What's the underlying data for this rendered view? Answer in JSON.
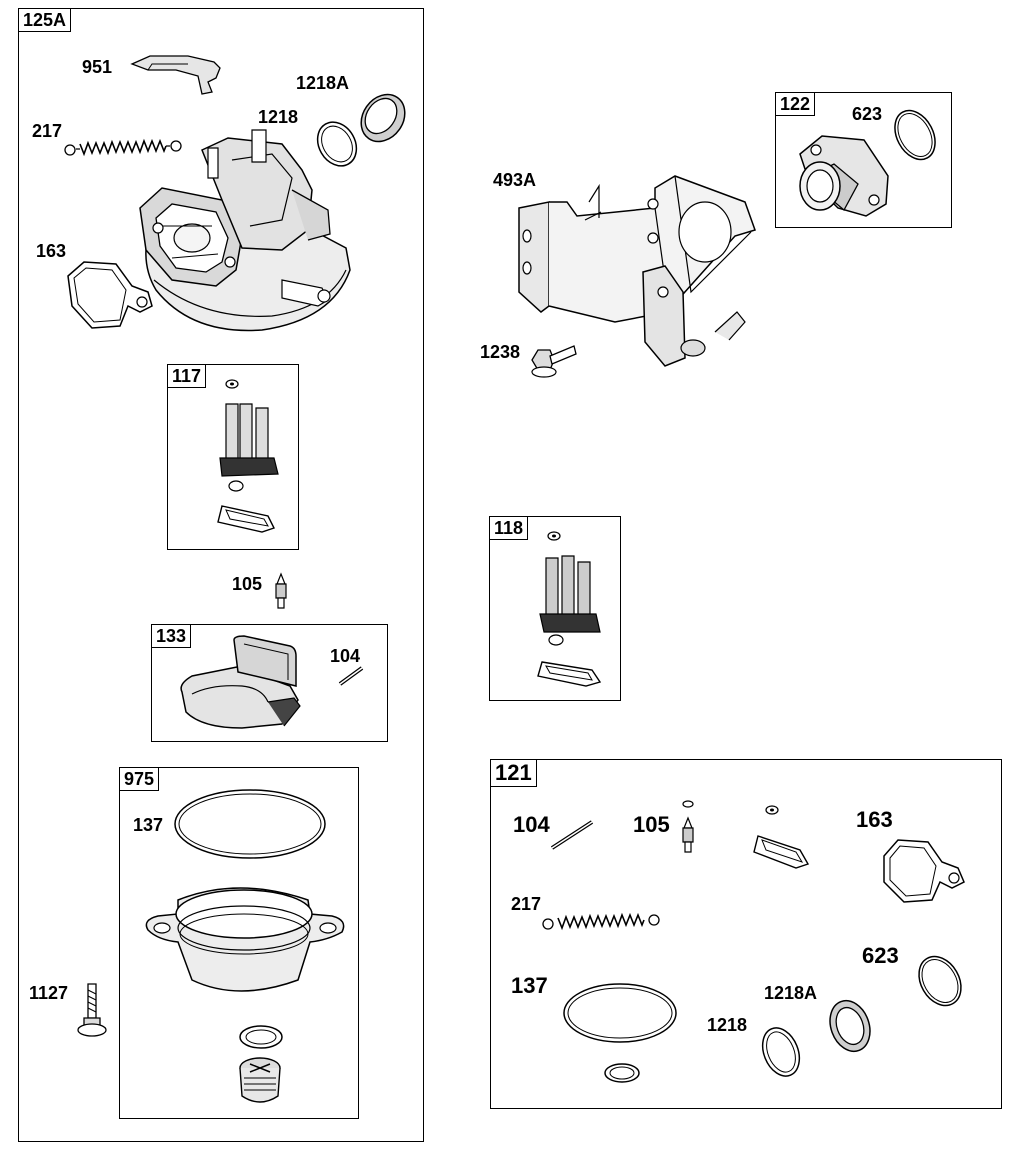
{
  "boxes": {
    "main": "125A",
    "b117": "117",
    "b133": "133",
    "b975": "975",
    "b122": "122",
    "b118": "118",
    "b121": "121"
  },
  "labels": {
    "l951": "951",
    "l1218A": "1218A",
    "l1218": "1218",
    "l217": "217",
    "l163": "163",
    "l105": "105",
    "l104": "104",
    "l137": "137",
    "l1127": "1127",
    "l623": "623",
    "l493A": "493A",
    "l1238": "1238",
    "k104": "104",
    "k105": "105",
    "k163": "163",
    "k217": "217",
    "k623": "623",
    "k137": "137",
    "k1218A": "1218A",
    "k1218": "1218"
  }
}
